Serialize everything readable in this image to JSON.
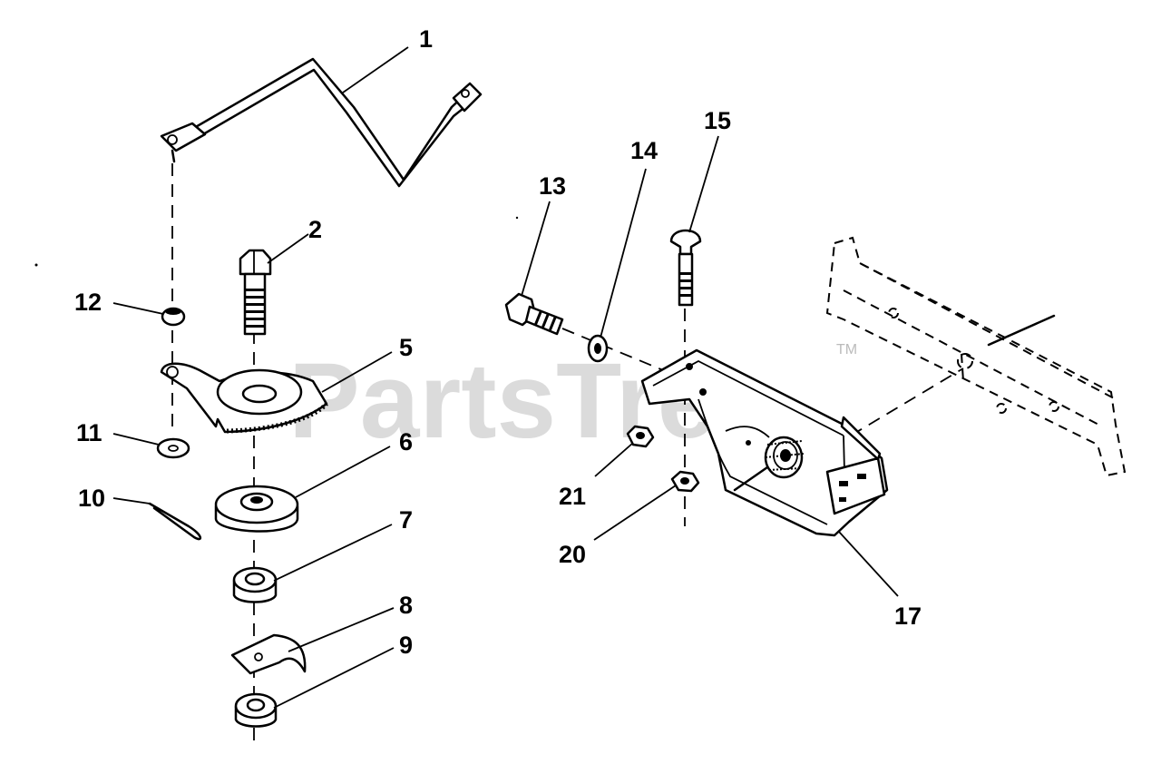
{
  "watermark": {
    "text": "PartsTree",
    "trademark": "TM"
  },
  "callouts": {
    "c1": "1",
    "c2": "2",
    "c5": "5",
    "c6": "6",
    "c7": "7",
    "c8": "8",
    "c9": "9",
    "c10": "10",
    "c11": "11",
    "c12": "12",
    "c13": "13",
    "c14": "14",
    "c15": "15",
    "c17": "17",
    "c20": "20",
    "c21": "21"
  }
}
